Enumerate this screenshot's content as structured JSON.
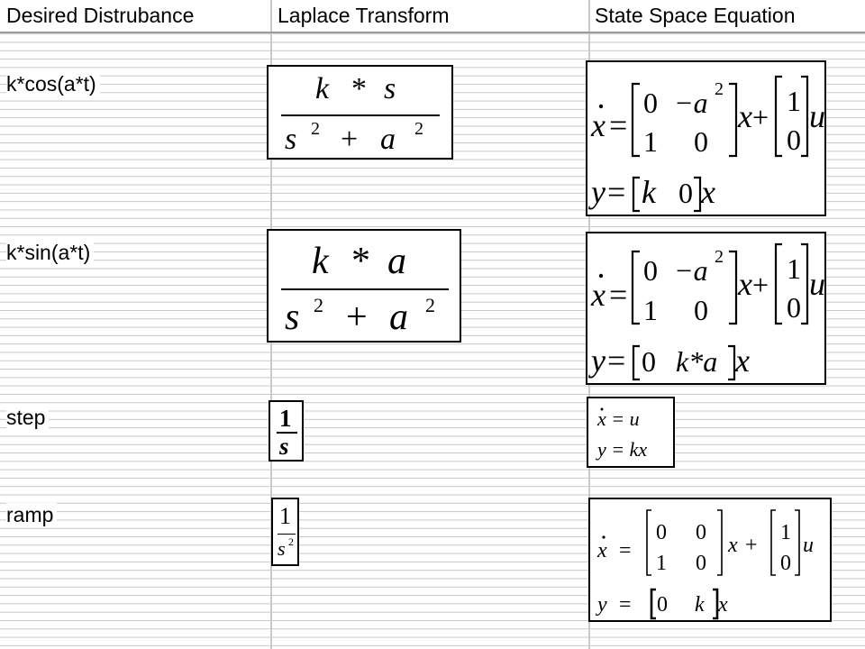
{
  "header": {
    "col1": "Desired Distrubance",
    "col2": "Laplace Transform",
    "col3": "State Space Equation"
  },
  "rows": [
    {
      "label": "k*cos(a*t)",
      "laplace": {
        "num_1": "k",
        "num_op": "*",
        "num_2": "s",
        "den_1": "s",
        "den_exp1": "2",
        "den_op": "+",
        "den_2": "a",
        "den_exp2": "2"
      },
      "state": {
        "xdot": "x",
        "eq": "=",
        "A": [
          [
            "0",
            "−a"
          ],
          [
            "1",
            "0"
          ]
        ],
        "A_exp": "2",
        "x": "x",
        "plus": "+",
        "B": [
          "1",
          "0"
        ],
        "u": "u",
        "y": "y",
        "C": [
          "k",
          "0"
        ],
        "x2": "x"
      }
    },
    {
      "label": "k*sin(a*t)",
      "laplace": {
        "num_1": "k",
        "num_op": "*",
        "num_2": "a",
        "den_1": "s",
        "den_exp1": "2",
        "den_op": "+",
        "den_2": "a",
        "den_exp2": "2"
      },
      "state": {
        "xdot": "x",
        "eq": "=",
        "A": [
          [
            "0",
            "−a"
          ],
          [
            "1",
            "0"
          ]
        ],
        "A_exp": "2",
        "x": "x",
        "plus": "+",
        "B": [
          "1",
          "0"
        ],
        "u": "u",
        "y": "y",
        "C": [
          "0",
          "k*a"
        ],
        "x2": "x"
      }
    },
    {
      "label": "step",
      "laplace": {
        "num": "1",
        "den": "s"
      },
      "state": {
        "line1": "x = u",
        "line2": "y = kx"
      }
    },
    {
      "label": "ramp",
      "laplace": {
        "num": "1",
        "den": "s",
        "den_exp": "2"
      },
      "state": {
        "xdot": "x",
        "eq": "=",
        "A": [
          [
            "0",
            "0"
          ],
          [
            "1",
            "0"
          ]
        ],
        "x": "x",
        "plus": "+",
        "B": [
          "1",
          "0"
        ],
        "u": "u",
        "y": "y",
        "C": [
          "0",
          "k"
        ],
        "x2": "x"
      }
    }
  ]
}
